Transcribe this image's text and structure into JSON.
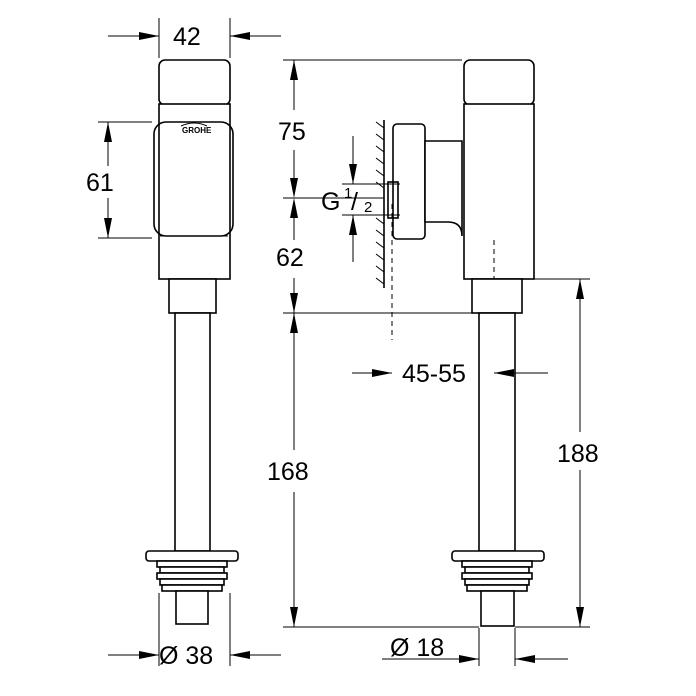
{
  "brand_mark": "GROHE",
  "dimensions": {
    "width_top": "42",
    "height_upper": "75",
    "height_button": "61",
    "thread_main": "G",
    "thread_num": "1",
    "thread_den": "2",
    "height_lower": "62",
    "wall_distance": "45-55",
    "pipe_length": "168",
    "total_length": "188",
    "diameter_left": "Ø 38",
    "diameter_right": "Ø 18"
  }
}
